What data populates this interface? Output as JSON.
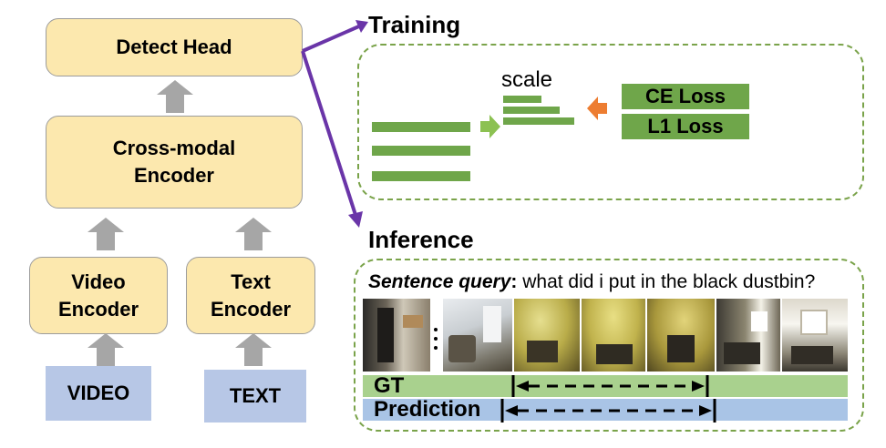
{
  "left": {
    "detect_head": "Detect Head",
    "cross_modal": "Cross-modal\nEncoder",
    "video_encoder": "Video\nEncoder",
    "text_encoder": "Text\nEncoder",
    "video_input": "VIDEO",
    "text_input": "TEXT"
  },
  "training": {
    "title": "Training",
    "scale_label": "scale",
    "losses": [
      "CE Loss",
      "L1 Loss"
    ]
  },
  "inference": {
    "title": "Inference",
    "query_label": "Sentence query",
    "query_colon": ":",
    "query_text": " what did i put in the black dustbin?",
    "gt_label": "GT",
    "prediction_label": "Prediction"
  },
  "colors": {
    "box_fill": "#fce8ae",
    "input_fill": "#b7c7e6",
    "bar_green": "#6fa64a",
    "panel_border": "#7aa34a",
    "arrow_purple": "#6a35a8",
    "gt_fill": "#a9d18e",
    "pred_fill": "#a9c4e6"
  }
}
